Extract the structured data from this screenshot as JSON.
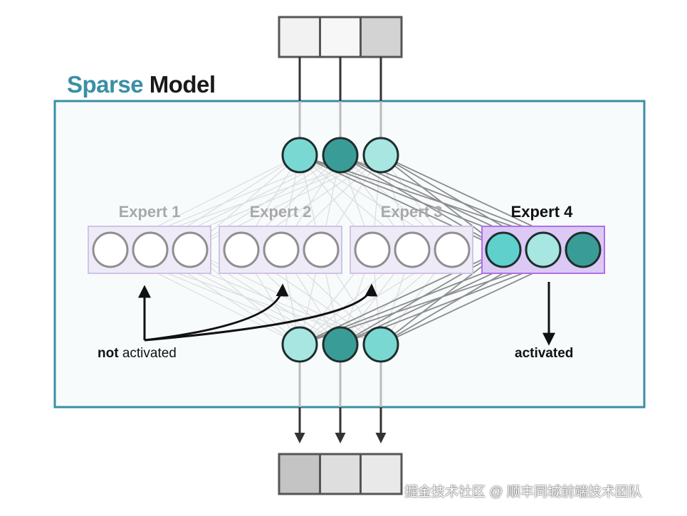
{
  "title": {
    "highlight": "Sparse",
    "rest": "Model"
  },
  "experts": [
    {
      "label": "Expert 1",
      "active": false
    },
    {
      "label": "Expert 2",
      "active": false
    },
    {
      "label": "Expert 3",
      "active": false
    },
    {
      "label": "Expert 4",
      "active": true
    }
  ],
  "annotations": {
    "not_activated_bold": "not",
    "not_activated_rest": " activated",
    "activated": "activated"
  },
  "watermark": "掘金技术社区 @ 顺丰同城前端技术团队",
  "colors": {
    "accent": "#3a8fa6",
    "frame": "#3a8fa6",
    "node_light": "#a8e6e2",
    "node_mid": "#5fd0cb",
    "node_dark": "#3a9c97",
    "expert_fill": "#efeaf8",
    "expert_active_fill": "#dcc9f5",
    "expert_active_border": "#b070e8"
  }
}
